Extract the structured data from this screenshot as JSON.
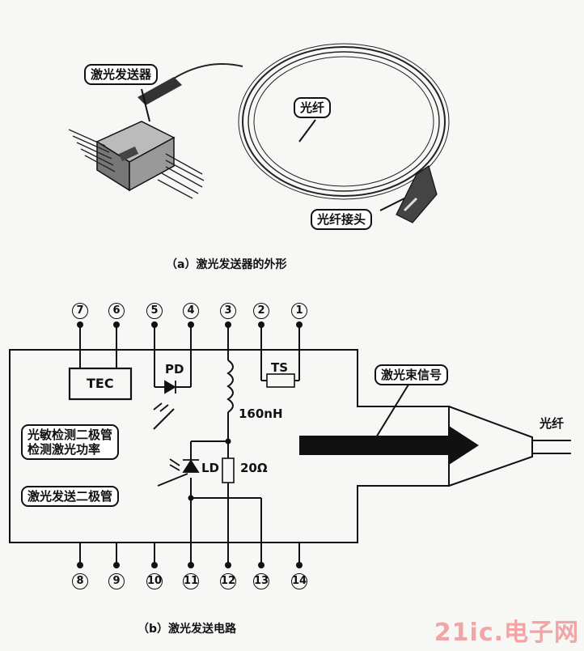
{
  "part_a": {
    "labels": {
      "transmitter": "激光发送器",
      "fiber": "光纤",
      "connector": "光纤接头"
    },
    "caption": "（a）激光发送器的外形"
  },
  "part_b": {
    "top_pins": [
      "7",
      "6",
      "5",
      "4",
      "3",
      "2",
      "1"
    ],
    "bottom_pins": [
      "8",
      "9",
      "10",
      "11",
      "12",
      "13",
      "14"
    ],
    "components": {
      "tec": "TEC",
      "pd": "PD",
      "ts": "TS",
      "ld": "LD",
      "inductor": "160nH",
      "resistor": "20Ω"
    },
    "callouts": {
      "pd_desc_line1": "光敏检测二极管",
      "pd_desc_line2": "检测激光功率",
      "ld_desc": "激光发送二极管",
      "beam": "激光束信号"
    },
    "fiber_label": "光纤",
    "caption": "（b）激光发送电路"
  },
  "watermark": "21ic.电子网"
}
